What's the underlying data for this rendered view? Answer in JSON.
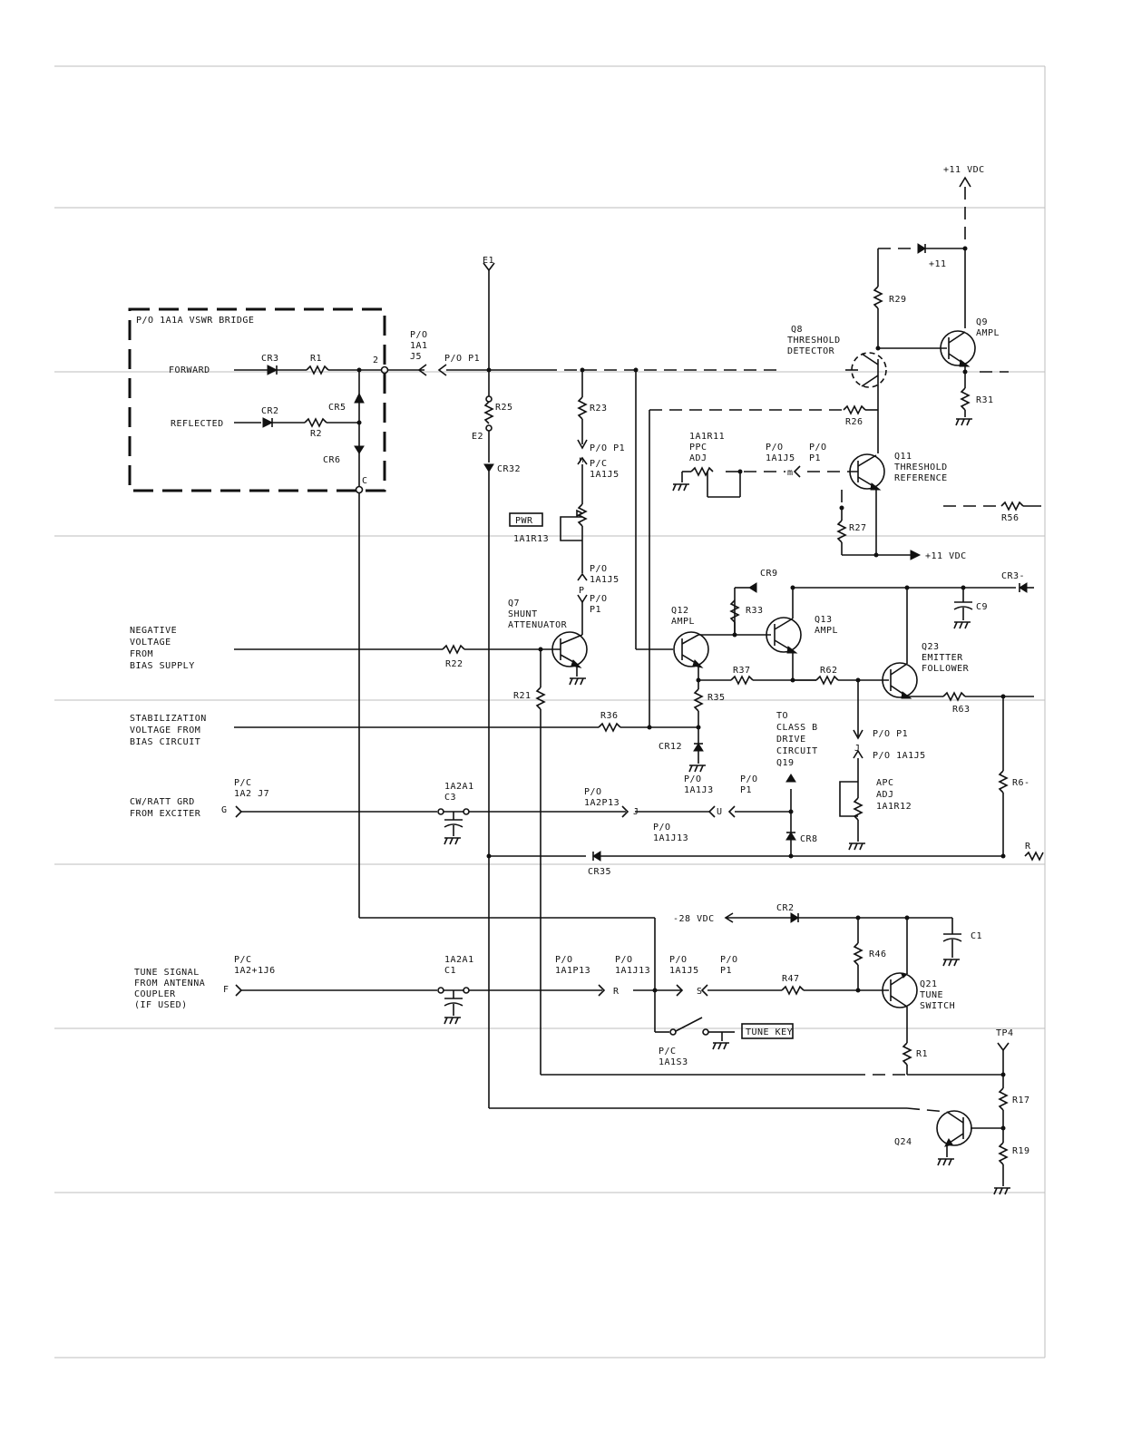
{
  "labels": {
    "plus11_top": "+11 VDC",
    "plus11_cr": "+11",
    "r29": "R29",
    "q8": "Q8",
    "threshold_detector_1": "THRESHOLD",
    "threshold_detector_2": "DETECTOR",
    "q9": "Q9",
    "ampl_q9": "AMPL",
    "r31": "R31",
    "r26": "R26",
    "q11": "Q11",
    "threshold_ref_1": "THRESHOLD",
    "threshold_ref_2": "REFERENCE",
    "r56": "R56",
    "r27": "R27",
    "plus11_bottom": "+11 VDC",
    "e1": "E1",
    "bridge_title": "P/O 1A1A VSWR BRIDGE",
    "forward": "FORWARD",
    "reflected": "REFLECTED",
    "cr3_bridge": "CR3",
    "cr2_bridge": "CR2",
    "r_top_bridge": "R1",
    "r_bottom_bridge": "R2",
    "cr5": "CR5",
    "cr6": "CR6",
    "node2": "2",
    "node_c": "C",
    "po_1a1_1": "P/O",
    "po_1a1_2": "1A1",
    "po_1a1_3": "J5",
    "po_p1_top": "P/O P1",
    "r25": "R25",
    "e2": "E2",
    "cr32": "CR32",
    "r23": "R23",
    "po_p1_r23": "P/O P1",
    "n_top": "n",
    "pc_1": "P/C",
    "pc_2": "1A1J5",
    "pwr_box": "PWR",
    "r13": "1A1R13",
    "po_1a1j5_1": "P/O",
    "po_1a1j5_2": "1A1J5",
    "p_letter": "P",
    "po_p1_q7_1": "P/O",
    "po_p1_q7_2": "P1",
    "q7": "Q7",
    "shunt": "SHUNT",
    "attenuator": "ATTENUATOR",
    "r11_1": "1A1R11",
    "r11_2": "PPC",
    "r11_3": "ADJ",
    "po_1a1j5_m_1": "P/O",
    "po_1a1j5_m_2": "1A1J5",
    "po_p1_m_1": "P/O",
    "po_p1_m_2": "P1",
    "m_letter": "m",
    "neg_v_1": "NEGATIVE",
    "neg_v_2": "VOLTAGE",
    "neg_v_3": "FROM",
    "neg_v_4": "BIAS SUPPLY",
    "r22": "R22",
    "r21": "R21",
    "q12": "Q12",
    "ampl_q12": "AMPL",
    "cr9": "CR9",
    "r33": "R33",
    "q13": "Q13",
    "ampl_q13": "AMPL",
    "cr3_right": "CR3-",
    "c9": "C9",
    "r37": "R37",
    "r62": "R62",
    "q23": "Q23",
    "emitter_1": "EMITTER",
    "emitter_2": "FOLLOWER",
    "r35": "R35",
    "r63": "R63",
    "stab_1": "STABILIZATION",
    "stab_2": "VOLTAGE FROM",
    "stab_3": "BIAS CIRCUIT",
    "r36": "R36",
    "cr12": "CR12",
    "to_1": "TO",
    "to_2": "CLASS B",
    "to_3": "DRIVE",
    "to_4": "CIRCUIT",
    "to_5": "Q19",
    "po_p1_apc": "P/O P1",
    "po_1a1j5_apc": "P/O 1A1J5",
    "j_letter": "J",
    "apc_1": "APC",
    "apc_2": "ADJ",
    "apc_3": "1A1R12",
    "r6x": "R6-",
    "cw_1": "CW/RATT GRD",
    "cw_2": "FROM EXCITER",
    "g_letter": "G",
    "pc_a2_1": "P/C",
    "pc_a2_2": "1A2 J7",
    "c3_1": "1A2A1",
    "c3_2": "C3",
    "po_1a2p13_1": "P/O",
    "po_1a2p13_2": "1A2P13",
    "po_1a1j13_1": "P/O",
    "po_1a1j13_2": "1A1J13",
    "po_1a1j3_1": "P/O",
    "po_1a1j3_2": "1A1J3",
    "po_p1_u_1": "P/O",
    "po_p1_u_2": "P1",
    "j_letter2": "J",
    "u_letter": "U",
    "cr8": "CR8",
    "cr35": "CR35",
    "r_right": "R",
    "minus28": "-28 VDC",
    "cr2_bottom": "CR2",
    "c1_right": "C1",
    "r46": "R46",
    "tune_1": "TUNE SIGNAL",
    "tune_2": "FROM ANTENNA",
    "tune_3": "COUPLER",
    "tune_4": "(IF USED)",
    "f_letter": "F",
    "pc_tj_1": "P/C",
    "pc_tj_2": "1A2+1J6",
    "c1_1": "1A2A1",
    "c1_2": "C1",
    "po_1a1p13_1": "P/O",
    "po_1a1p13_2": "1A1P13",
    "po_1a1j13b_1": "P/O",
    "po_1a1j13b_2": "1A1J13",
    "po_1a1j5b_1": "P/O",
    "po_1a1j5b_2": "1A1J5",
    "po_p1b_1": "P/O",
    "po_p1b_2": "P1",
    "r_letter": "R",
    "s_letter": "S",
    "r47": "R47",
    "q21": "Q21",
    "tune_sw_1": "TUNE",
    "tune_sw_2": "SWITCH",
    "tune_key": "TUNE KEY",
    "pc_s3_1": "P/C",
    "pc_s3_2": "1A1S3",
    "tp4": "TP4",
    "r_p1": "R1",
    "r17": "R17",
    "q24": "Q24",
    "r19": "R19"
  }
}
